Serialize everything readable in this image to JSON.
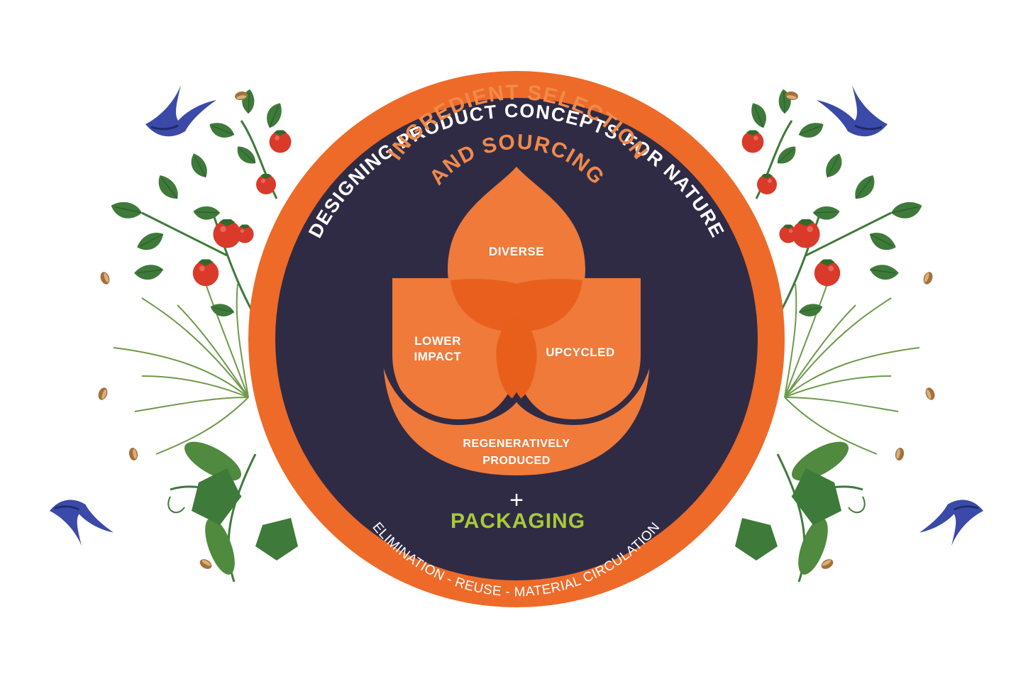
{
  "diagram": {
    "outer_ring_text": "DESIGNING PRODUCT CONCEPTS FOR NATURE",
    "inner_title_line1": "INGREDIENT SELECTION",
    "inner_title_line2": "AND SOURCING",
    "petals": {
      "top": "DIVERSE",
      "left_line1": "LOWER",
      "left_line2": "IMPACT",
      "right": "UPCYCLED",
      "base_line1": "REGENERATIVELY",
      "base_line2": "PRODUCED"
    },
    "plus_symbol": "+",
    "packaging_title": "PACKAGING",
    "packaging_arc_text": "ELIMINATION - REUSE - MATERIAL CIRCULATION"
  },
  "colors": {
    "ring_orange": "#ee6a28",
    "disc_navy": "#2f2b45",
    "petal_orange": "#ef7a3a",
    "petal_overlap": "#e85f1c",
    "title_orange": "#f08a4a",
    "packaging_green": "#a8c93a",
    "leaf_green": "#3e7a3a",
    "berry_red": "#d93a2a",
    "bird_blue": "#3b4aa8"
  },
  "decorations": {
    "birds": [
      "swallow-icon",
      "swallow-icon",
      "swallow-icon",
      "swallow-icon"
    ],
    "plants": [
      "strawberry-plant",
      "tomato-vine",
      "grass-sprigs",
      "cucumber-vine"
    ]
  }
}
